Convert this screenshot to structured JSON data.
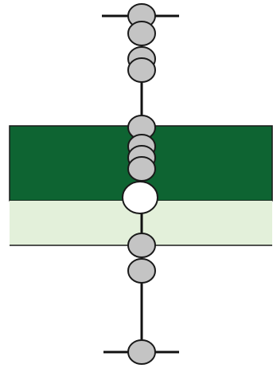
{
  "colors": {
    "background": "#ffffff",
    "upper_band": "#0e6432",
    "lower_band": "#e3f0da",
    "band_edge": "#1a1a1a",
    "line": "#111111",
    "bead_fill": "#c4c4c4",
    "bead_stroke": "#1a1a1a",
    "open_bead_fill": "#ffffff"
  },
  "beads": [
    {
      "kind": "gray"
    },
    {
      "kind": "gray"
    },
    {
      "kind": "gray"
    },
    {
      "kind": "gray"
    },
    {
      "kind": "gray"
    },
    {
      "kind": "gray"
    },
    {
      "kind": "gray"
    },
    {
      "kind": "gray"
    },
    {
      "kind": "open"
    },
    {
      "kind": "gray"
    },
    {
      "kind": "gray"
    },
    {
      "kind": "gray"
    }
  ]
}
